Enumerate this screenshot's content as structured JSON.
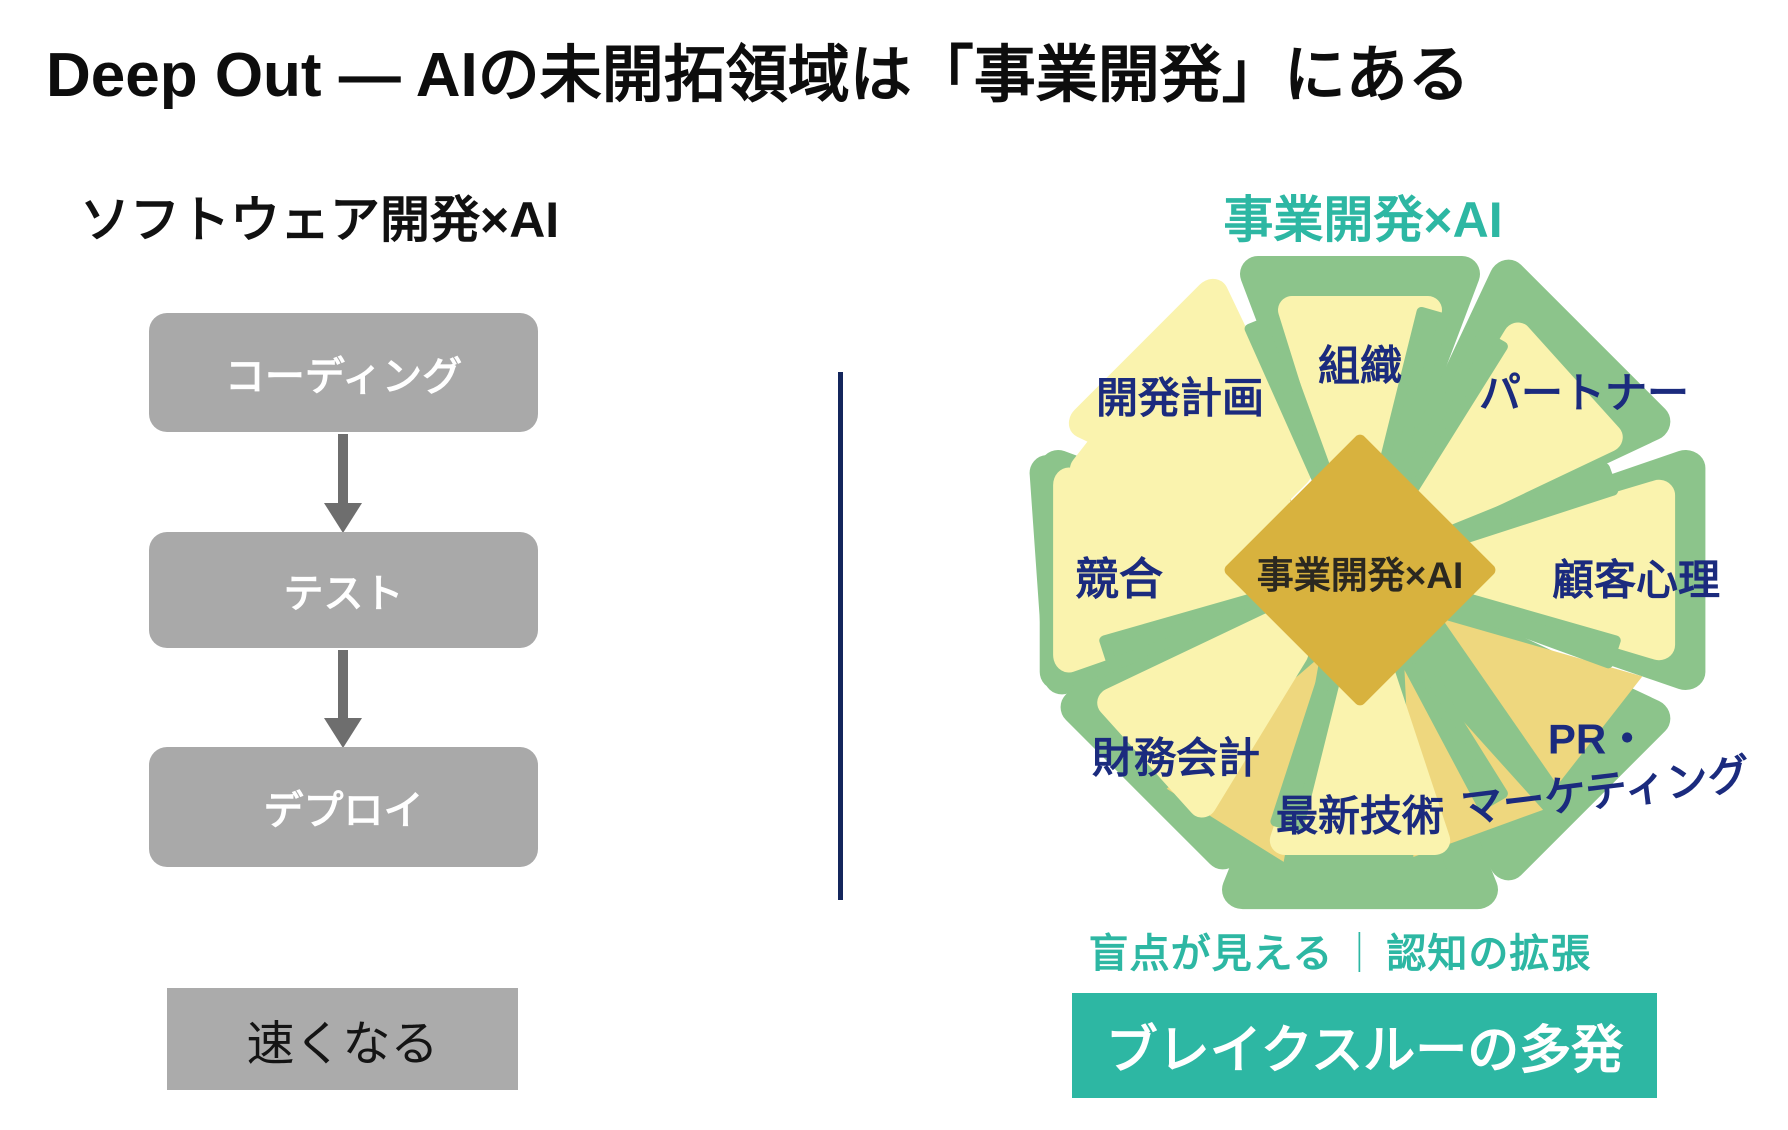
{
  "title": "Deep Out ― AIの未開拓領域は「事業開発」にある",
  "left": {
    "heading": "ソフトウェア開発×AI",
    "steps": [
      "コーディング",
      "テスト",
      "デプロイ"
    ],
    "result": "速くなる"
  },
  "right": {
    "heading": "事業開発×AI",
    "center": "事業開発×AI",
    "labels": {
      "top": "組織",
      "top_left": "開発計画",
      "top_right": "パートナー",
      "left": "競合",
      "right": "顧客心理",
      "bottom_left": "財務会計",
      "bottom": "最新技術",
      "bottom_right_1": "PR・",
      "bottom_right_2": "マーケティング"
    },
    "benefits": {
      "left": "盲点が見える",
      "sep": "｜",
      "right": "認知の拡張"
    },
    "banner": "ブレイクスルーの多発"
  },
  "colors": {
    "teal": "#2db7a3",
    "navy_label": "#1b2b7e",
    "divider_navy": "#14265c",
    "petal_green": "#8cc48b",
    "petal_pale_yellow": "#faf3ae",
    "ray_yellow": "#eed77e",
    "diamond_gold": "#d8b23e",
    "box_gray": "#a9a9a9",
    "arrow_gray": "#6e6e6e",
    "title_black": "#0d0d0d"
  }
}
